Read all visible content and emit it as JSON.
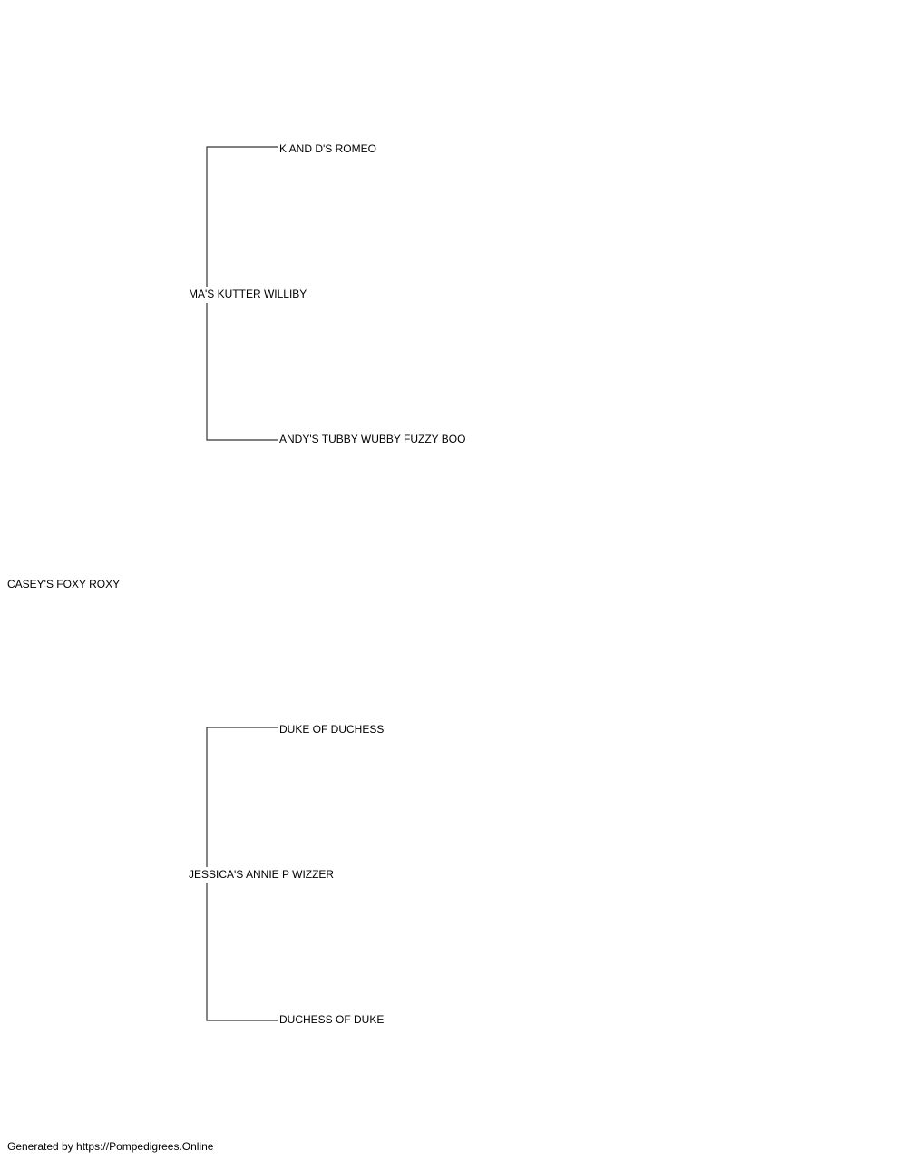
{
  "pedigree": {
    "subject": "CASEY'S FOXY ROXY",
    "sire": "MA'S KUTTER WILLIBY",
    "dam": "JESSICA'S ANNIE P WIZZER",
    "sire_sire": "K AND D'S ROMEO",
    "sire_dam": "ANDY'S TUBBY WUBBY FUZZY BOO",
    "dam_sire": "DUKE OF DUCHESS",
    "dam_dam": "DUCHESS OF DUKE"
  },
  "footer": {
    "text": "Generated by https://Pompedigrees.Online"
  },
  "colors": {
    "line": "#333333",
    "text": "#000000",
    "background": "#ffffff"
  }
}
